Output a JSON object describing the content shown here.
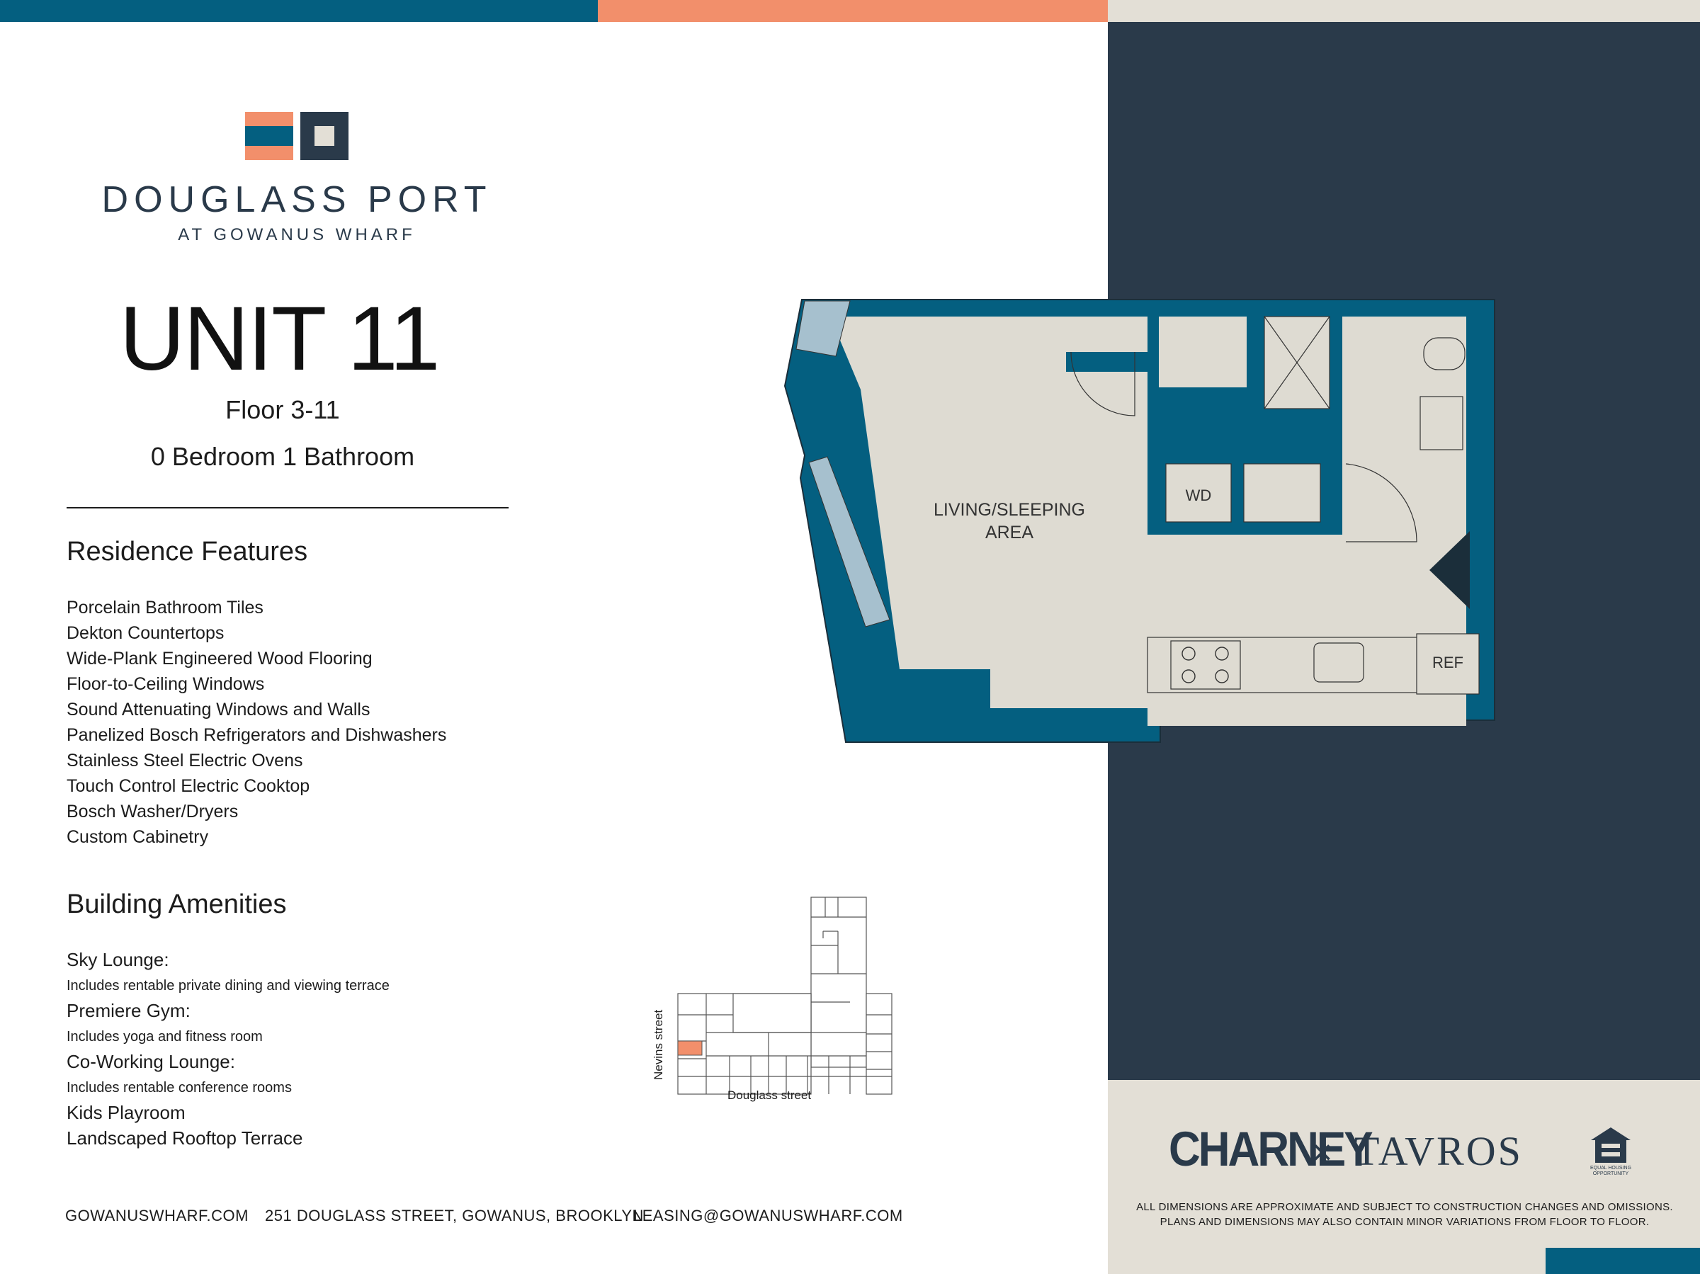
{
  "brand": {
    "name": "DOUGLASS PORT",
    "subtitle": "AT GOWANUS WHARF"
  },
  "unit": {
    "title": "UNIT 11",
    "floor": "Floor 3-11",
    "bedrooms_bathrooms": "0 Bedroom 1 Bathroom"
  },
  "residence_features": {
    "heading": "Residence Features",
    "items": [
      "Porcelain Bathroom Tiles",
      "Dekton Countertops",
      "Wide-Plank Engineered Wood Flooring",
      "Floor-to-Ceiling Windows",
      "Sound Attenuating Windows and Walls",
      "Panelized Bosch Refrigerators and Dishwashers",
      "Stainless Steel Electric Ovens",
      "Touch Control Electric Cooktop",
      "Bosch Washer/Dryers",
      "Custom Cabinetry"
    ]
  },
  "building_amenities": {
    "heading": "Building Amenities",
    "items": [
      {
        "title": "Sky Lounge:",
        "description": "Includes rentable private dining and viewing terrace"
      },
      {
        "title": "Premiere Gym:",
        "description": "Includes yoga and fitness room"
      },
      {
        "title": "Co-Working Lounge:",
        "description": "Includes rentable conference rooms"
      },
      {
        "title": "Kids Playroom",
        "description": ""
      },
      {
        "title": "Landscaped Rooftop Terrace",
        "description": ""
      }
    ]
  },
  "floor_plan": {
    "room_label_line1": "LIVING/SLEEPING",
    "room_label_line2": "AREA",
    "washer_dryer_label": "WD",
    "refrigerator_label": "REF"
  },
  "key_plan": {
    "street_vertical": "Nevins street",
    "street_horizontal": "Douglass street"
  },
  "footer": {
    "website": "GOWANUSWHARF.COM",
    "address": "251 DOUGLASS STREET, GOWANUS, BROOKLYN",
    "email": "LEASING@GOWANUSWHARF.COM"
  },
  "partners": {
    "left": "CHARNEY",
    "separator": "×",
    "right": "TAVROS",
    "equal_housing": "EQUAL HOUSING OPPORTUNITY"
  },
  "disclaimer": {
    "line1": "ALL DIMENSIONS ARE APPROXIMATE AND SUBJECT TO CONSTRUCTION CHANGES AND OMISSIONS.",
    "line2": "PLANS AND DIMENSIONS MAY ALSO CONTAIN MINOR VARIATIONS FROM FLOOR TO FLOOR."
  },
  "colors": {
    "teal": "#045f80",
    "orange": "#f28f6b",
    "navy": "#2a3a4a",
    "cream": "#e3dfd6",
    "floor_fill": "#dedbd2",
    "window_glass": "#a6c0ce",
    "highlight_unit": "#f28f6b"
  }
}
